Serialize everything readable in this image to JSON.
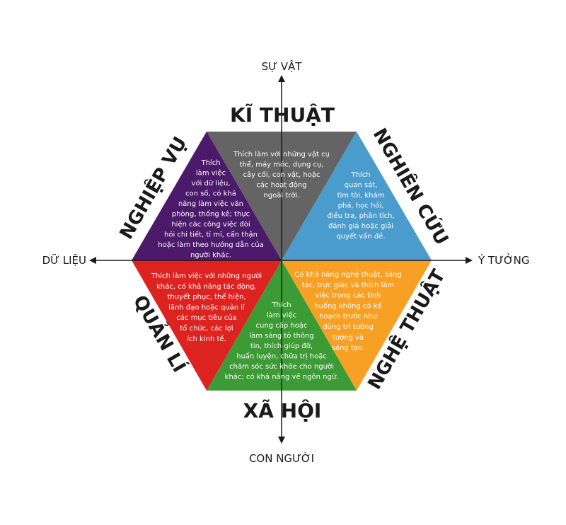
{
  "axes": {
    "top": "SỰ VẬT",
    "bottom": "CON NGƯỜI",
    "left": "DỮ LIỆU",
    "right": "Ý TƯỞNG"
  },
  "sectors": [
    {
      "key": "ki-thuat",
      "title": "KĨ THUẬT",
      "color": "#646464",
      "lines": [
        "Thích làm với những vật cụ",
        "thể, máy móc, dụng cụ,",
        "cây cối, con vật, hoặc",
        "các hoạt động",
        "ngoài trời."
      ]
    },
    {
      "key": "nghien-cuu",
      "title": "NGHIÊN CỨU",
      "color": "#4a9ccc",
      "lines": [
        "Thích",
        "quan sát,",
        "tìm tòi, khám",
        "phá, học hỏi,",
        "điều tra, phân tích,",
        "đánh giá hoặc giải",
        "quyết vấn đề."
      ]
    },
    {
      "key": "nghe-thuat",
      "title": "NGHỆ THUẬT",
      "color": "#f7a023",
      "lines": [
        "Có khả năng nghệ thuật, sáng",
        "tác, trực giác và thích làm",
        "việc trong các tình",
        "huống không có kế",
        "hoạch trước như",
        "dùng trí tưởng",
        "tượng và",
        "sáng tạo."
      ]
    },
    {
      "key": "xa-hoi",
      "title": "XÃ HỘI",
      "color": "#3d9b35",
      "lines": [
        "Thích",
        "làm việc",
        "cung cấp hoặc",
        "làm sáng tỏ thông",
        "tin, thích giúp đỡ,",
        "huấn luyện, chữa trị hoặc",
        "chăm sóc sức khỏe cho người",
        "khác; có khả năng về ngôn ngữ."
      ]
    },
    {
      "key": "quan-li",
      "title": "QUẢN LÍ",
      "color": "#dd2320",
      "lines": [
        "Thích làm việc với những người",
        "khác, có khả năng tác động,",
        "thuyết phục, thể hiện,",
        "lãnh đạo hoặc quản lí",
        "các mục tiêu của",
        "tổ chức, các lợi",
        "ích kinh tế."
      ]
    },
    {
      "key": "nghiep-vu",
      "title": "NGHIỆP VỤ",
      "color": "#4b1a6b",
      "lines": [
        "Thích",
        "làm việc",
        "với dữ liệu,",
        "con số, có khả",
        "năng làm việc văn",
        "phòng, thống kê; thực",
        "hiện các công việc đòi",
        "hỏi chi tiết, tỉ mỉ, cẩn thận",
        "hoặc làm theo hướng dẫn của",
        "người khác."
      ]
    }
  ]
}
